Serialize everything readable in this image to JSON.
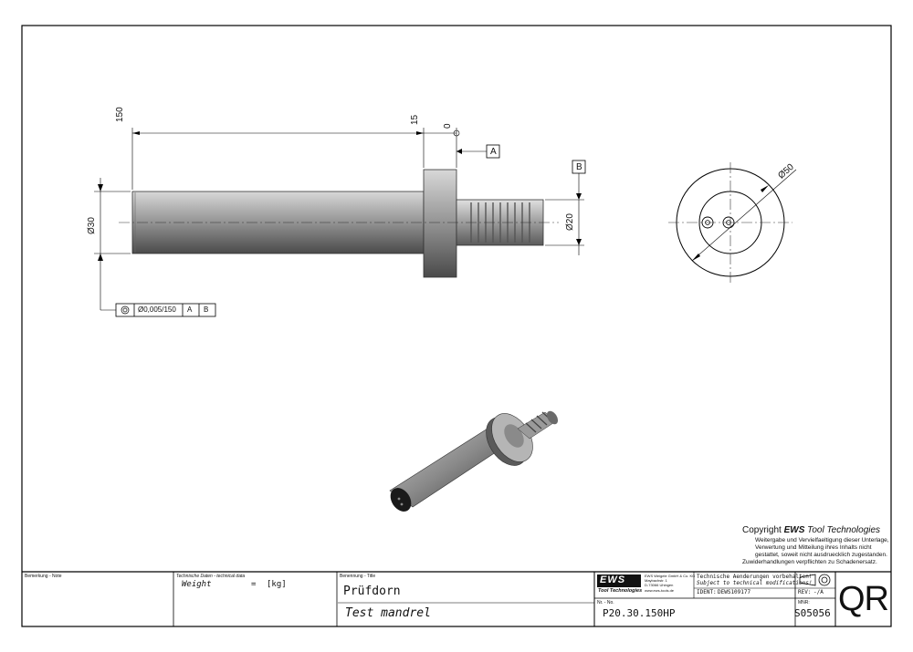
{
  "views": {
    "front": {
      "dim_length": "150",
      "dim_flange": "15",
      "dim_zero": "0",
      "dim_dia30": "Ø30",
      "dim_dia20": "Ø20",
      "datum_a": "A",
      "datum_b": "B",
      "tolerance_frame": {
        "value": "Ø0,005/150",
        "ref1": "A",
        "ref2": "B"
      }
    },
    "end": {
      "dim_dia50": "Ø50"
    }
  },
  "copyright": {
    "prefix": "Copyright",
    "brand": "EWS",
    "suffix": "Tool Technologies",
    "lines": [
      "Weitergabe und Vervielfaeltigung dieser Unterlage,",
      "Verwertung und Mitteilung ihres Inhalts nicht",
      "gestattet, soweit nicht ausdruecklich zugestanden.",
      "Zuwiderhandlungen verpflichten zu Schadenersatz."
    ]
  },
  "title_block": {
    "note_label": "Bemerkung - Note",
    "tech_label": "Technische Daten - technical data",
    "weight_label": "Weight",
    "weight_eq": "=",
    "weight_unit": "[kg]",
    "title_label": "Benennung - Title",
    "title_de": "Prüfdorn",
    "title_en": "Test mandrel",
    "logo_text": "EWS",
    "logo_sub": "Tool Technologies",
    "company_lines": [
      "EWS Weigele GmbH & Co. KG",
      "Maybachstr. 1",
      "D-73066 Uhingen",
      "www.ews-tools.de"
    ],
    "notice_de": "Technische Aenderungen vorbehalten!",
    "notice_en": "Subject to technical modifications!",
    "ident_label": "IDENT:",
    "ident_value": "DEWS109177",
    "rev_label": "REV:",
    "rev_value": "-/A",
    "nr_label": "Nr. - No.",
    "nr_value": "P20.30.150HP",
    "mnr_label": "MNR:",
    "mnr_value": "S05056",
    "qr_text": "QR"
  }
}
